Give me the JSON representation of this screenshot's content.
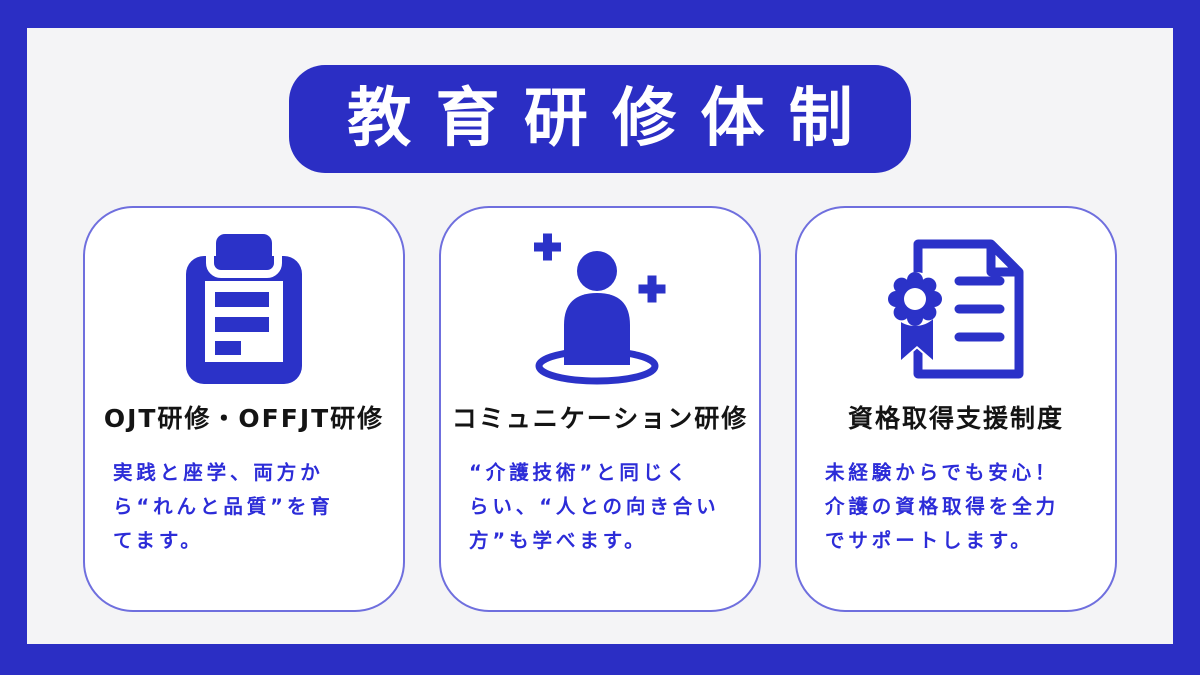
{
  "header": {
    "title": "教育研修体制"
  },
  "cards": [
    {
      "icon": "clipboard-icon",
      "title": "OJT研修・OFFJT研修",
      "body": "実践と座学、両方か\nら“れんと品質”を育\nてます。"
    },
    {
      "icon": "person-sparkle-icon",
      "title": "コミュニケーション研修",
      "body": "“介護技術”と同じく\nらい、“人との向き合い\n方”も学べます。"
    },
    {
      "icon": "certificate-ribbon-icon",
      "title": "資格取得支援制度",
      "body": "未経験からでも安心！\n介護の資格取得を全力\nでサポートします。"
    }
  ],
  "colors": {
    "frame_blue": "#2B2EC4",
    "icon_blue": "#2B32C8",
    "body_text_blue": "#2C2CD8",
    "title_black": "#141414",
    "card_border": "#6F6FDE",
    "panel_bg": "#F4F4F6",
    "card_bg": "#FFFFFF"
  }
}
